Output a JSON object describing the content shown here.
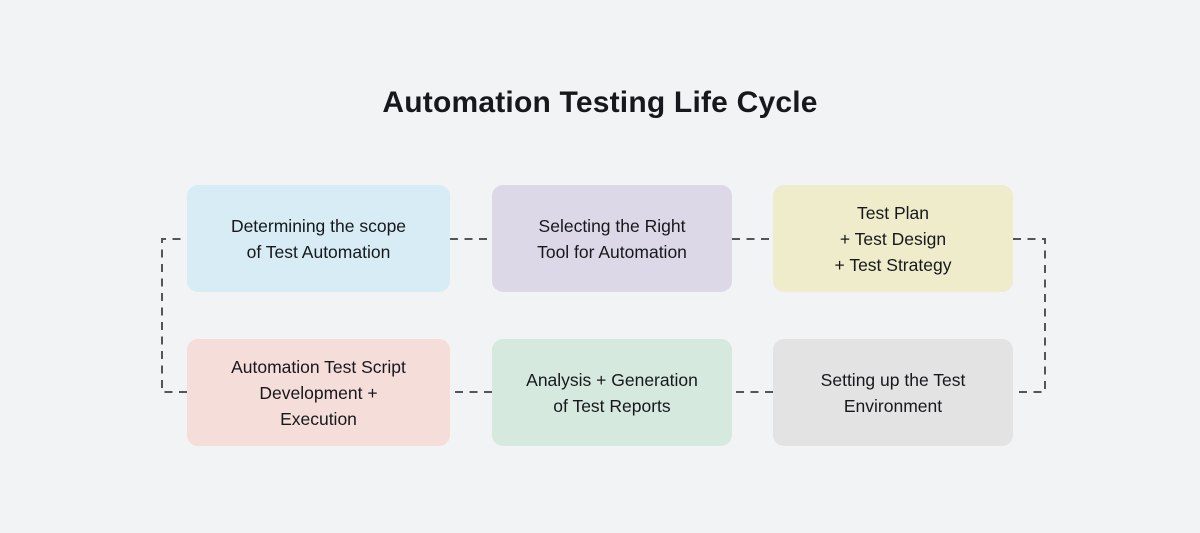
{
  "title": "Automation Testing Life Cycle",
  "steps": [
    {
      "id": "determining-scope",
      "lines": [
        "Determining the scope",
        "of Test Automation"
      ],
      "color": "#d7ecf5"
    },
    {
      "id": "selecting-tool",
      "lines": [
        "Selecting the Right",
        "Tool for Automation"
      ],
      "color": "#dcd8e7"
    },
    {
      "id": "test-plan-design-strategy",
      "lines": [
        "Test Plan",
        "+ Test Design",
        "+ Test Strategy"
      ],
      "color": "#efeccb"
    },
    {
      "id": "script-development-execution",
      "lines": [
        "Automation Test Script",
        "Development +",
        "Execution"
      ],
      "color": "#f5ddd9"
    },
    {
      "id": "analysis-test-reports",
      "lines": [
        "Analysis + Generation",
        "of Test Reports"
      ],
      "color": "#d6e9de"
    },
    {
      "id": "setup-test-environment",
      "lines": [
        "Setting up the Test",
        "Environment"
      ],
      "color": "#e3e3e4"
    }
  ],
  "colors": {
    "background": "#f2f3f5",
    "text": "#17181c",
    "connector": "#54555a"
  }
}
